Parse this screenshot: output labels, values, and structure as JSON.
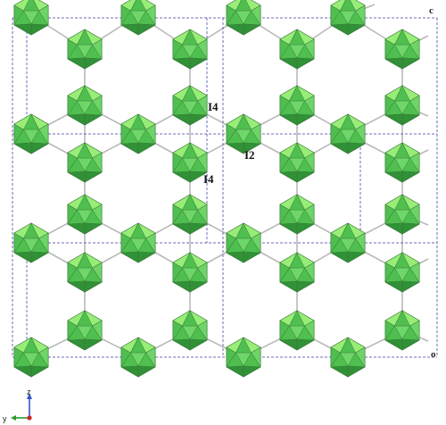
{
  "labels": {
    "c": "c",
    "o": "o",
    "i4_upper": "I4",
    "i2": "I2",
    "i4_lower": "I4"
  },
  "axes": {
    "z": "z",
    "y": "y"
  },
  "colors": {
    "icosa_base": "#4fbf4f",
    "icosa_light": "#9cf07a",
    "icosa_mid": "#6fd66a",
    "icosa_dark": "#2f8f35",
    "icosa_edge": "#3a7a3a",
    "bond": "#b9b9b9",
    "cell": "#3b3b9e",
    "axis_z": "#3355cc",
    "axis_y": "#2a9a2a",
    "origin": "#cc2222"
  }
}
